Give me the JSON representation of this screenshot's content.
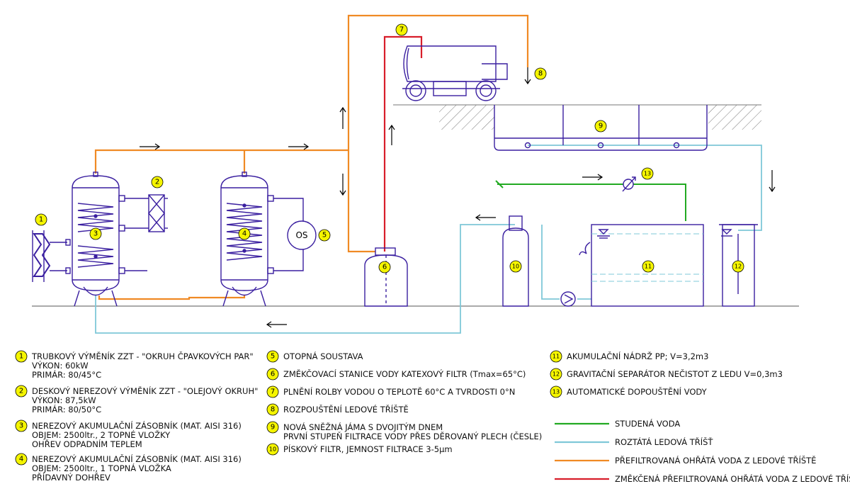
{
  "colors": {
    "cold_water": "#22aa22",
    "ice_shavings": "#7fc8d8",
    "filtered_hot": "#f08a24",
    "softened_hot": "#d81e2a",
    "equipment": "#3a1fa0",
    "badge_fill": "#f5f500"
  },
  "icons": {
    "flow_arrow": "arrow-icon",
    "heat_exchanger": "heat-exchanger-icon",
    "pump": "pump-icon",
    "valve": "valve-icon",
    "water_level": "water-level-icon"
  },
  "diagram": {
    "os_label": "OS",
    "badges": [
      "1",
      "2",
      "3",
      "4",
      "5",
      "6",
      "7",
      "8",
      "9",
      "10",
      "11",
      "12",
      "13"
    ]
  },
  "legend": {
    "items": [
      {
        "num": "1",
        "lines": [
          "TRUBKOVÝ VÝMĚNÍK ZZT - \"OKRUH ČPAVKOVÝCH PAR\"",
          "VÝKON: 60kW",
          "PRIMÁR: 80/45°C"
        ]
      },
      {
        "num": "2",
        "lines": [
          "DESKOVÝ NEREZOVÝ VÝMĚNÍK ZZT - \"OLEJOVÝ OKRUH\"",
          "VÝKON: 87,5kW",
          "PRIMÁR: 80/50°C"
        ]
      },
      {
        "num": "3",
        "lines": [
          "NEREZOVÝ AKUMULAČNÍ ZÁSOBNÍK (MAT. AISI 316)",
          "OBJEM: 2500ltr., 2 TOPNÉ VLOŽKY",
          "OHŘEV ODPADNÍM TEPLEM"
        ]
      },
      {
        "num": "4",
        "lines": [
          "NEREZOVÝ AKUMULAČNÍ ZÁSOBNÍK (MAT. AISI 316)",
          "OBJEM: 2500ltr., 1 TOPNÁ VLOŽKA",
          "PŘÍDAVNÝ DOHŘEV"
        ]
      },
      {
        "num": "5",
        "lines": [
          "OTOPNÁ SOUSTAVA"
        ]
      },
      {
        "num": "6",
        "lines": [
          "ZMĚKČOVACÍ STANICE VODY KATEXOVÝ FILTR (Tmax=65°C)"
        ]
      },
      {
        "num": "7",
        "lines": [
          "PLNĚNÍ ROLBY VODOU O TEPLOTĚ 60°C A TVRDOSTI 0°N"
        ]
      },
      {
        "num": "8",
        "lines": [
          "ROZPOUŠTĚNÍ LEDOVÉ TŘÍŠTĚ"
        ]
      },
      {
        "num": "9",
        "lines": [
          "NOVÁ SNĚŽNÁ JÁMA S DVOJITÝM DNEM",
          "PRVNÍ STUPEŇ FILTRACE VODY PŘES DĚROVANÝ PLECH (ČESLE)"
        ]
      },
      {
        "num": "10",
        "lines": [
          "PÍSKOVÝ FILTR, JEMNOST FILTRACE 3-5μm"
        ]
      },
      {
        "num": "11",
        "lines": [
          "AKUMULAČNÍ NÁDRŽ PP; V=3,2m3"
        ]
      },
      {
        "num": "12",
        "lines": [
          "GRAVITAČNÍ SEPARÁTOR NEČISTOT Z LEDU V=0,3m3"
        ]
      },
      {
        "num": "13",
        "lines": [
          "AUTOMATICKÉ DOPOUŠTĚNÍ VODY"
        ]
      }
    ]
  },
  "color_key": [
    {
      "label": "STUDENÁ VODA",
      "color": "#22aa22"
    },
    {
      "label": "ROZTÁTÁ LEDOVÁ TŘÍŠŤ",
      "color": "#7fc8d8"
    },
    {
      "label": "PŘEFILTROVANÁ OHŘÁTÁ VODA Z LEDOVÉ TŘÍŠTĚ",
      "color": "#f08a24"
    },
    {
      "label": "ZMĚKČENÁ PŘEFILTROVANÁ OHŘÁTÁ VODA Z LEDOVÉ TŘÍŠTĚ",
      "color": "#d81e2a"
    }
  ]
}
